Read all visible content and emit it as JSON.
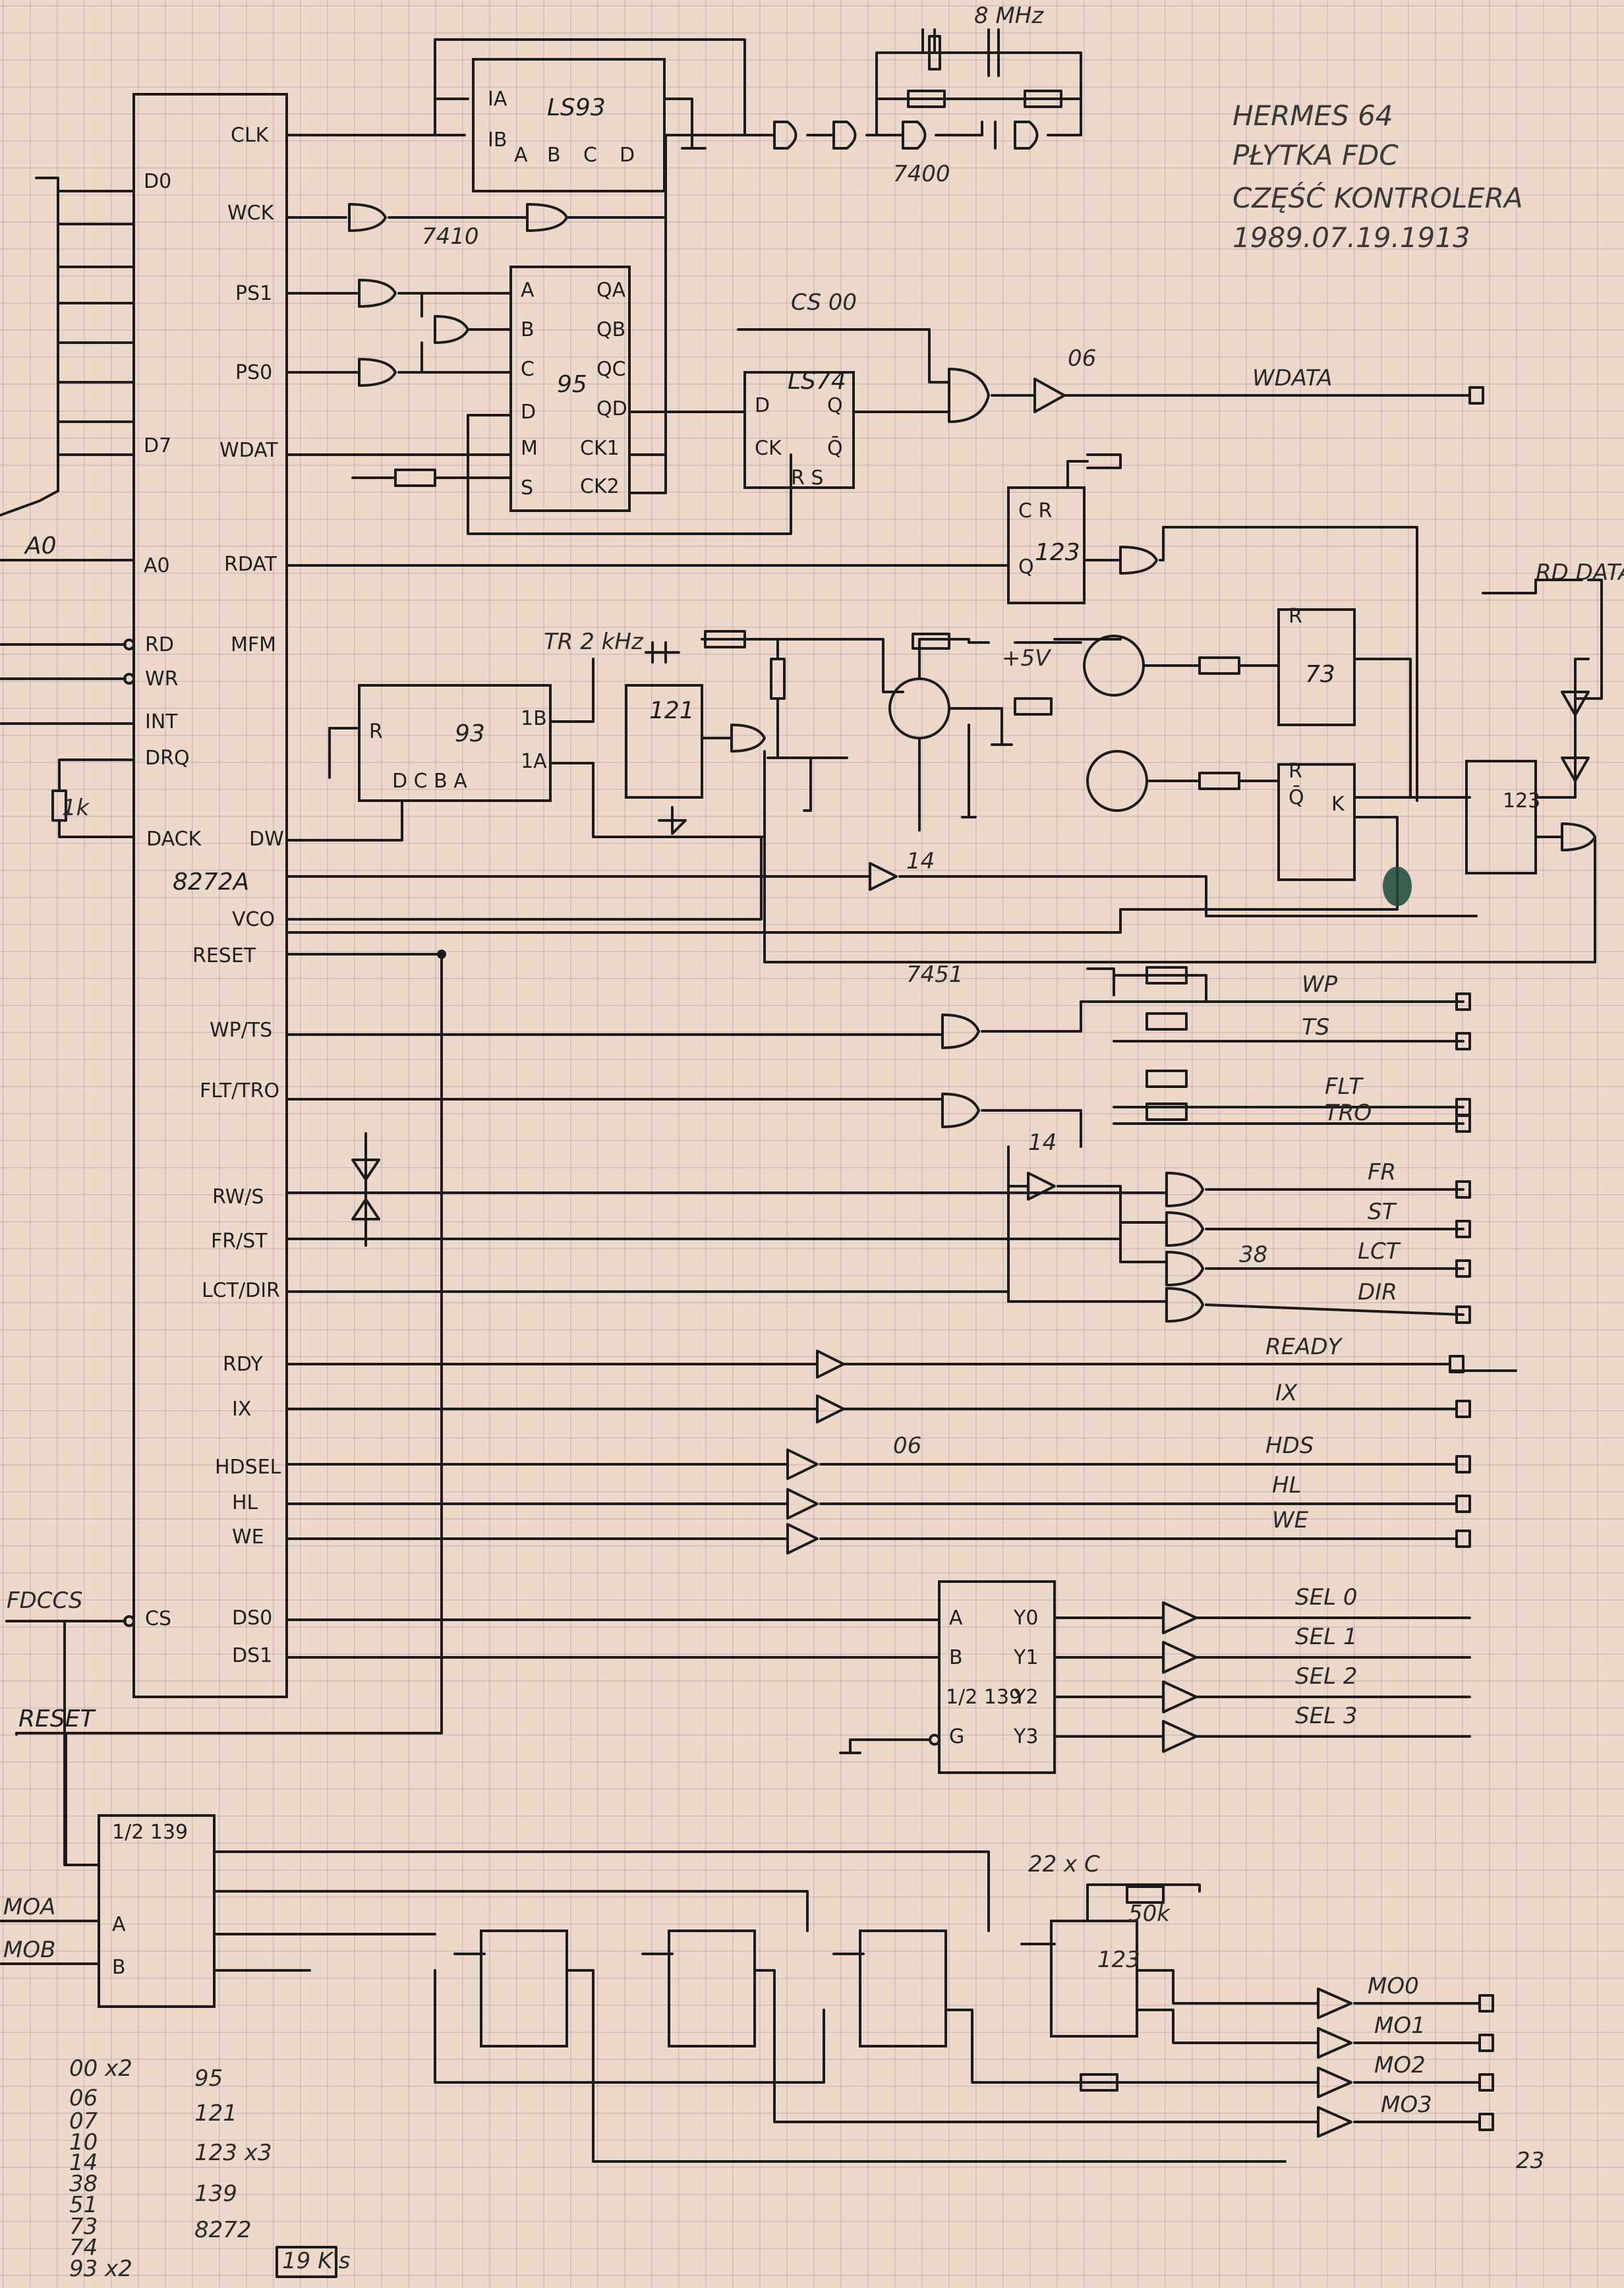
{
  "title_block": {
    "line1": "HERMES 64",
    "line2": "PŁYTKA FDC",
    "line3": "CZĘŚĆ KONTROLERA",
    "line4": "1989.07.19.1913"
  },
  "chips": {
    "main_chip": "8272A",
    "counter": "LS93",
    "shift_reg": "95",
    "ff_ls74": "LS74",
    "mono_123": "123",
    "counter_93": "93",
    "mono_121": "121",
    "ff_73": "73",
    "decoder_top": "1/2 139",
    "decoder_bottom": "1/2 139"
  },
  "controller_pins": {
    "left": [
      "D0",
      "D7",
      "A0",
      "RD",
      "WR",
      "INT",
      "DRQ",
      "DACK",
      "CS"
    ],
    "right": [
      "CLK",
      "WCK",
      "PS1",
      "PS0",
      "WDAT",
      "RDAT",
      "MFM",
      "DW",
      "VCO",
      "RESET",
      "WP/TS",
      "FLT/TRO",
      "RW/S",
      "FR/ST",
      "LCT/DIR",
      "RDY",
      "IX",
      "HDSEL",
      "HL",
      "WE",
      "DS0",
      "DS1"
    ]
  },
  "outputs": [
    "WDATA",
    "RD DATA",
    "WP",
    "TS",
    "FLT",
    "TRO",
    "FR",
    "ST",
    "LCT",
    "DIR",
    "READY",
    "IX",
    "HDS",
    "HL",
    "WE",
    "SEL 0",
    "SEL 1",
    "SEL 2",
    "SEL 3",
    "MO0",
    "MO1",
    "MO2",
    "MO3"
  ],
  "inputs": [
    "A0",
    "FDCCS",
    "RESET",
    "MOA",
    "MOB"
  ],
  "annotations": {
    "crystal": "8 MHz",
    "gate_7400": "7400",
    "gate_7410": "7410",
    "gate_06": "06",
    "gate_14": "14",
    "gate_38": "38",
    "gate_7451": "7451",
    "cs_label": "CS 00",
    "plus5": "+5V",
    "r1k": "1k",
    "r50k": "50k",
    "c22": "22 x C",
    "trimmer": "TR 2 kHz",
    "page_number": "23"
  },
  "parts_list": {
    "left": [
      "00 x2",
      "06",
      "07",
      "10",
      "14",
      "38",
      "51",
      "73",
      "74",
      "93 x2"
    ],
    "right": [
      "95",
      "121",
      "123 x3",
      "139",
      "8272"
    ],
    "box": "19 K's"
  }
}
